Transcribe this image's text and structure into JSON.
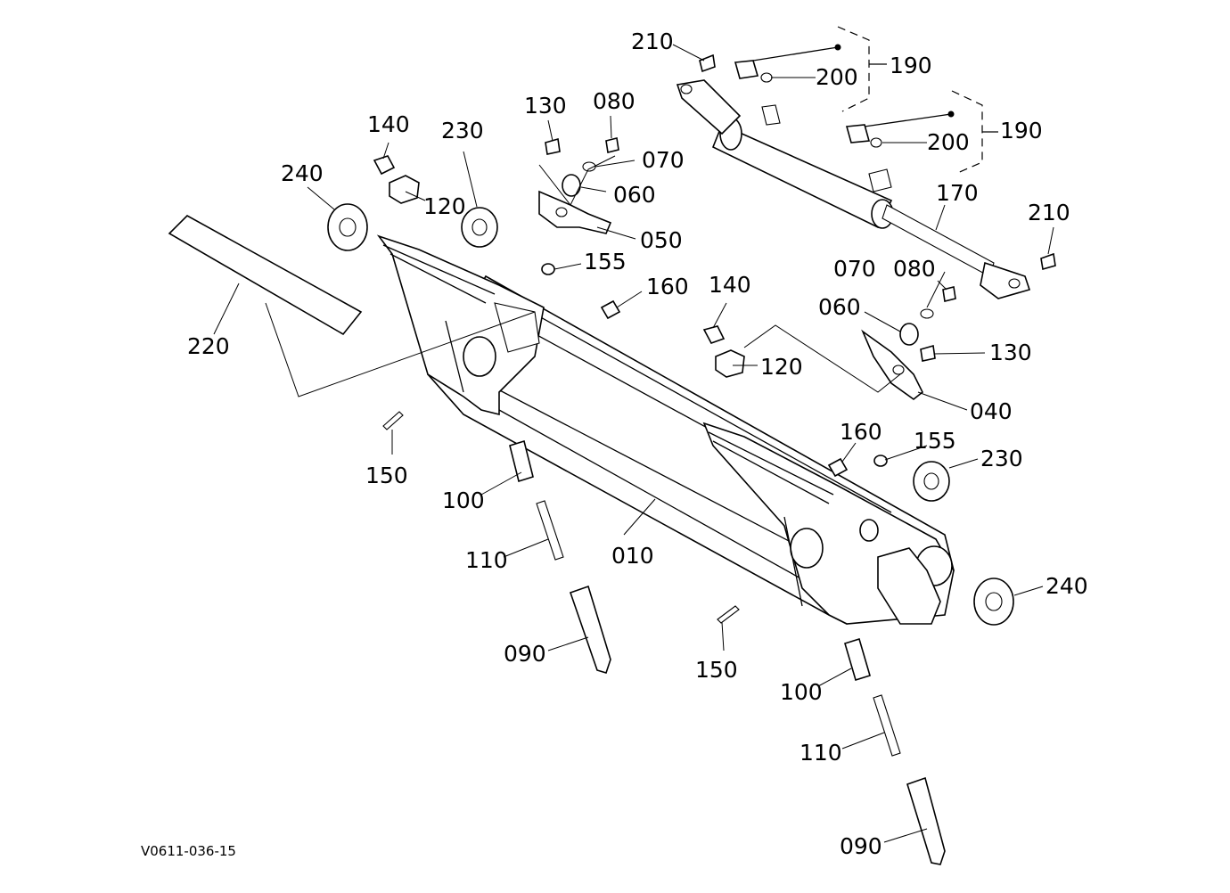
{
  "diagram": {
    "document_code": "V0611-036-15",
    "line_color": "#000000",
    "background_color": "#ffffff",
    "part_labels": {
      "p010": "010",
      "p040": "040",
      "p050": "050",
      "p060_upper": "060",
      "p060_lower": "060",
      "p070_upper": "070",
      "p070_lower": "070",
      "p080_upper": "080",
      "p080_lower": "080",
      "p090_left": "090",
      "p090_right": "090",
      "p100_left": "100",
      "p100_right": "100",
      "p110_left": "110",
      "p110_right": "110",
      "p120_left": "120",
      "p120_right": "120",
      "p130_upper": "130",
      "p130_lower": "130",
      "p140_left": "140",
      "p140_right": "140",
      "p150_left": "150",
      "p150_right": "150",
      "p155_upper": "155",
      "p155_lower": "155",
      "p160_upper": "160",
      "p160_lower": "160",
      "p170": "170",
      "p190_upper": "190",
      "p190_lower": "190",
      "p200_upper": "200",
      "p200_lower": "200",
      "p210_upper": "210",
      "p210_right": "210",
      "p220": "220",
      "p230_left": "230",
      "p230_right": "230",
      "p240_left": "240",
      "p240_right": "240"
    }
  }
}
